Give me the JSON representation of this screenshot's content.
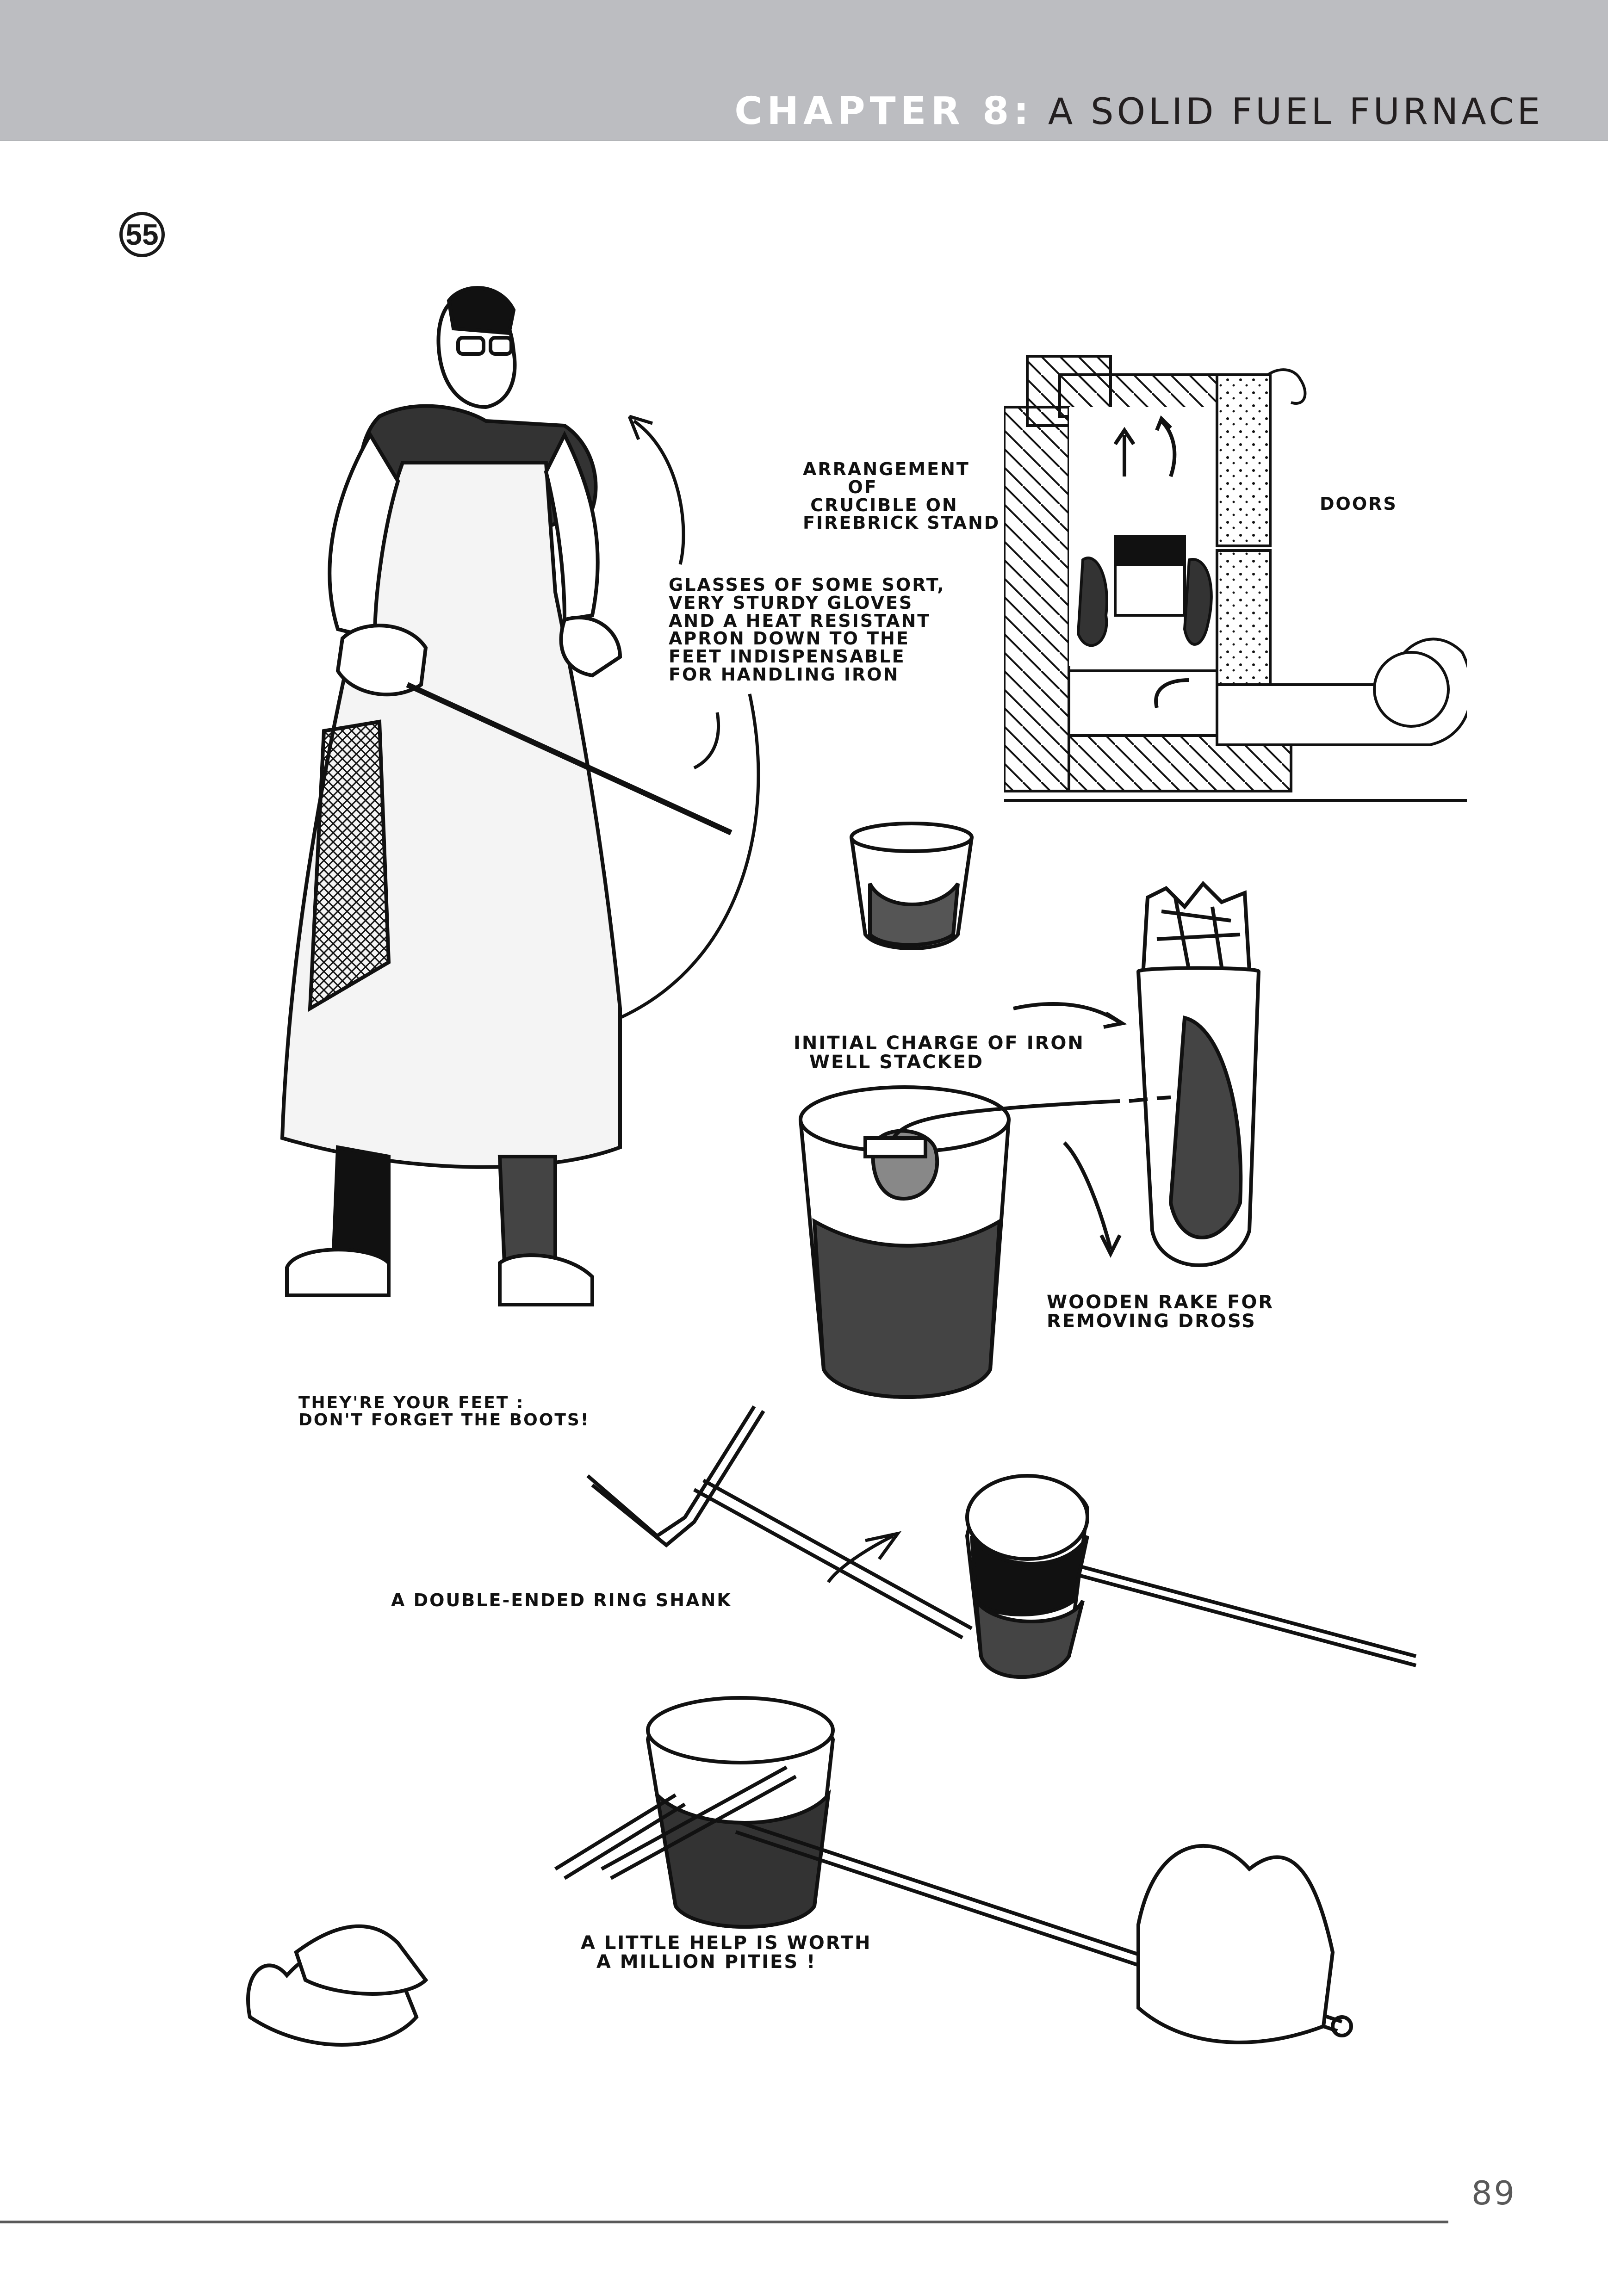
{
  "header": {
    "chapter_label": "CHAPTER 8:",
    "chapter_name": " A SOLID FUEL FURNACE",
    "bar_color": "#bcbdc1"
  },
  "figure": {
    "number": "55"
  },
  "labels": {
    "safety_gear": "GLASSES OF SOME SORT,\nVERY STURDY GLOVES\nAND A HEAT RESISTANT\nAPRON DOWN TO THE\nFEET INDISPENSABLE\nFOR HANDLING IRON",
    "crucible_arrangement": "ARRANGEMENT\n      OF\n CRUCIBLE ON\nFIREBRICK STAND",
    "doors": "DOORS",
    "initial_charge": "INITIAL CHARGE OF IRON\n  WELL STACKED",
    "wooden_rake": "WOODEN RAKE FOR\nREMOVING DROSS",
    "boots": "THEY'RE YOUR FEET :\nDON'T FORGET THE BOOTS!",
    "ring_shank": "A DOUBLE-ENDED RING SHANK",
    "little_help": "A LITTLE HELP IS WORTH\n  A MILLION PITIES !"
  },
  "illustrations": {
    "worker": "Man in glasses, short-sleeved shirt, apron, gloves and boots holding crucible with tongs",
    "furnace_section": "Cross-section of furnace with firebrick walls, crucible on stand, doors and blower",
    "crucible_iron": "Crucible stacked with iron pieces",
    "crucible_rake": "Crucible with wooden rake removing dross",
    "ring_shank": "Double-ended ring shank holding crucible",
    "two_person_shank": "Two gloved hands carrying crucible on shank"
  },
  "footer": {
    "page_number": "89",
    "rule_color": "#595959"
  }
}
